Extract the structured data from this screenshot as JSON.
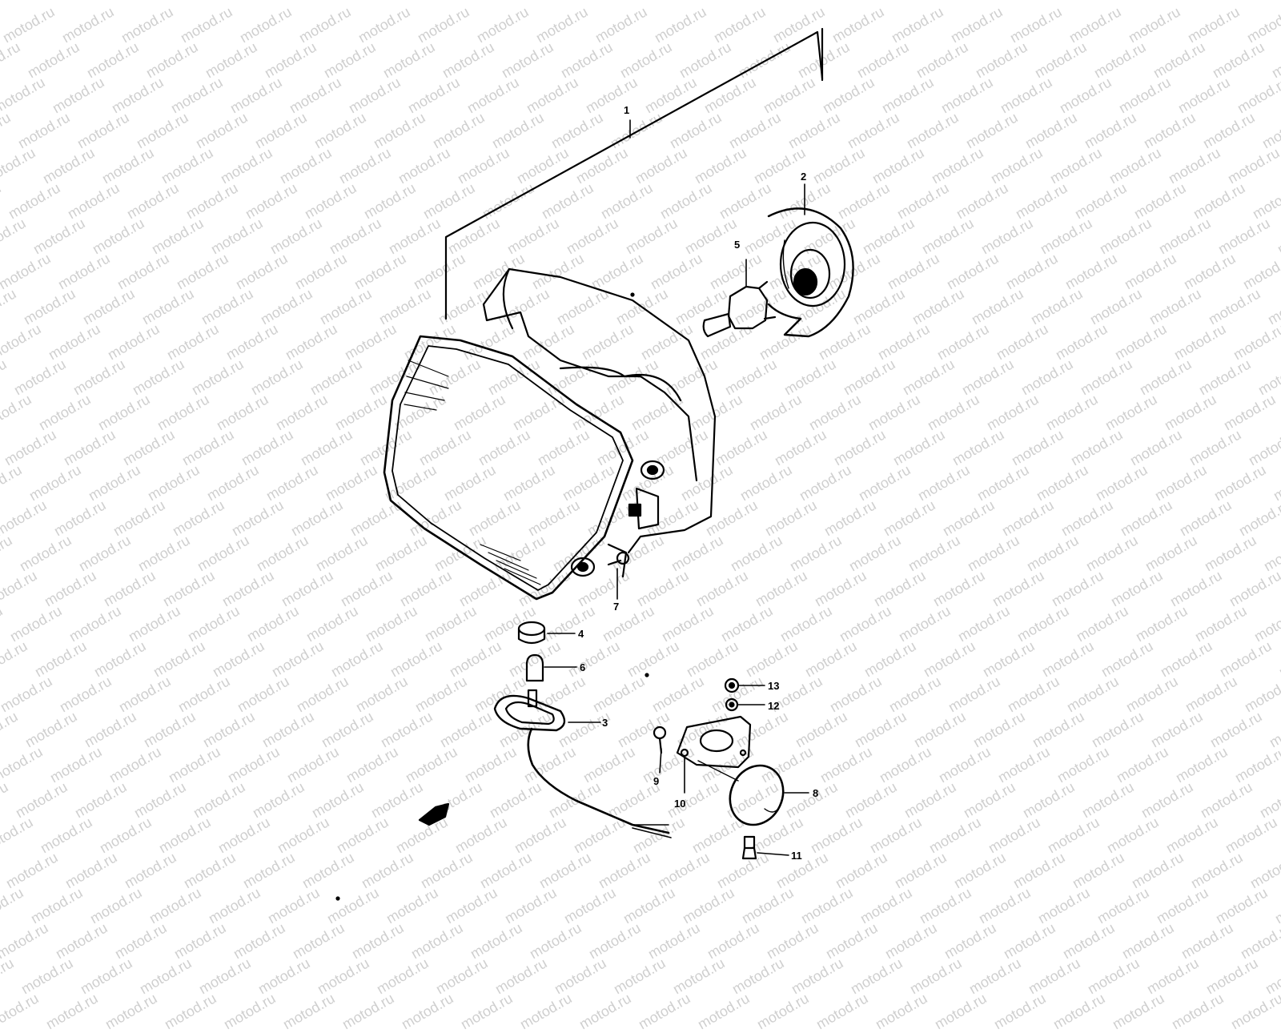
{
  "watermark": {
    "text": "motod.ru"
  },
  "diagram": {
    "callouts": [
      {
        "id": "1",
        "label": "1"
      },
      {
        "id": "2",
        "label": "2"
      },
      {
        "id": "3",
        "label": "3"
      },
      {
        "id": "4",
        "label": "4"
      },
      {
        "id": "5",
        "label": "5"
      },
      {
        "id": "6",
        "label": "6"
      },
      {
        "id": "7",
        "label": "7"
      },
      {
        "id": "8",
        "label": "8"
      },
      {
        "id": "9",
        "label": "9"
      },
      {
        "id": "10",
        "label": "10"
      },
      {
        "id": "11",
        "label": "11"
      },
      {
        "id": "12",
        "label": "12"
      },
      {
        "id": "13",
        "label": "13"
      }
    ]
  },
  "colors": {
    "line": "#000000",
    "watermark": "#cfcfcf",
    "background": "#ffffff"
  }
}
